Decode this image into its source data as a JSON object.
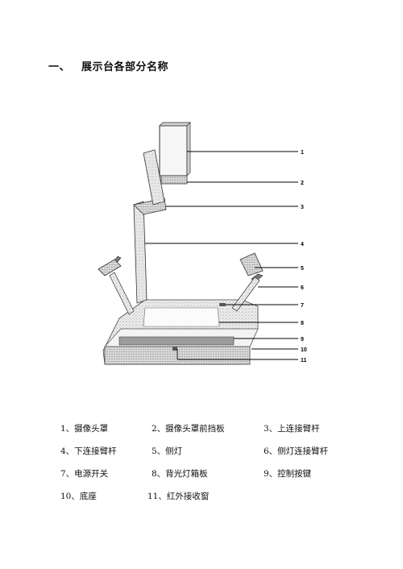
{
  "section": {
    "number": "一、",
    "title": "展示台各部分名称"
  },
  "figure": {
    "callouts": [
      "1",
      "2",
      "3",
      "4",
      "5",
      "6",
      "7",
      "8",
      "9",
      "10",
      "11"
    ]
  },
  "legend": {
    "rows": [
      [
        "1、摄像头罩",
        "2、摄像头罩前挡板",
        "3、上连接臂杆"
      ],
      [
        "4、下连接臂杆",
        "5、侧灯",
        "6、侧灯连接臂杆"
      ],
      [
        "7、电源开关",
        "8、背光灯箱板",
        "9、控制按键"
      ],
      [
        "10、底座",
        "11、红外接收窗"
      ]
    ]
  }
}
